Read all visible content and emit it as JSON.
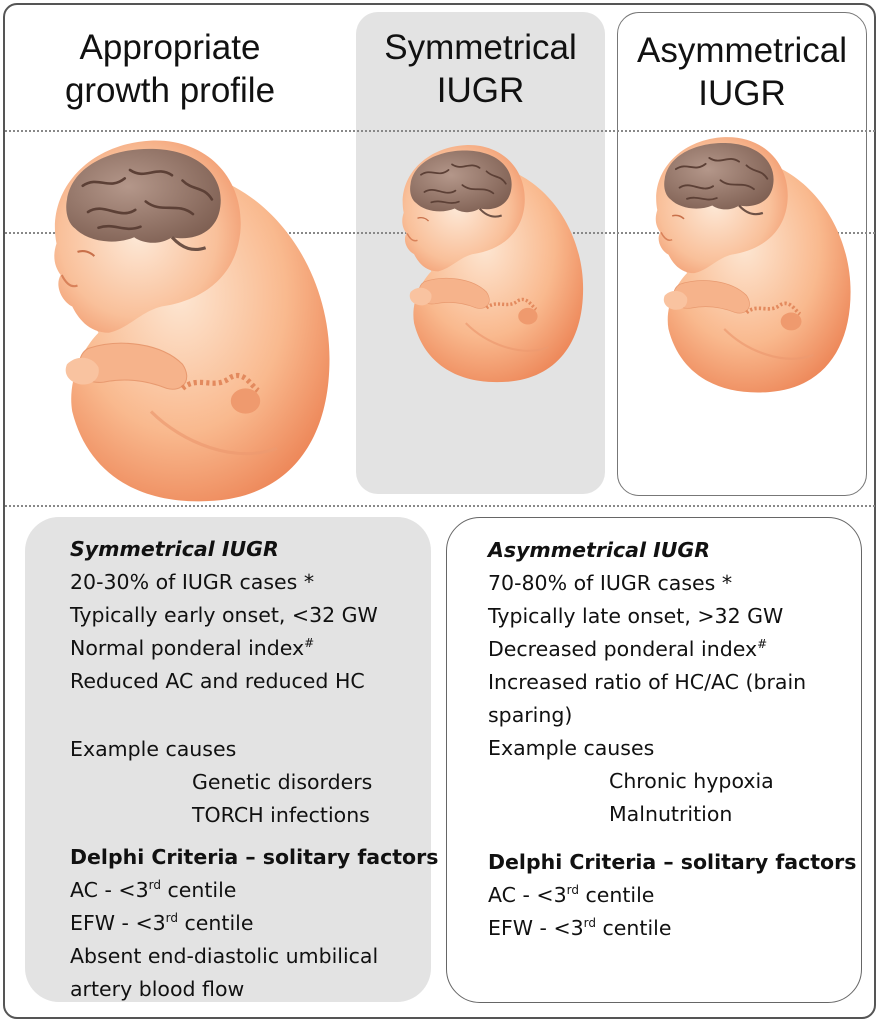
{
  "headings": {
    "appropriate": [
      "Appropriate",
      "growth profile"
    ],
    "symmetrical": [
      "Symmetrical",
      "IUGR"
    ],
    "asymmetrical": [
      "Asymmetrical",
      "IUGR"
    ]
  },
  "symmetrical_panel": {
    "title": "Symmetrical IUGR",
    "cases": "20-30% of IUGR cases *",
    "onset": "Typically early onset, <32 GW",
    "ponderal": "Normal ponderal index",
    "ponderal_mark": "#",
    "measurements": "Reduced AC and reduced HC",
    "causes_label": "Example causes",
    "causes": [
      "Genetic disorders",
      "TORCH infections"
    ],
    "delphi_title": "Delphi Criteria – solitary factors",
    "criteria": [
      {
        "prefix": "AC - <3",
        "sup": "rd",
        "suffix": " centile"
      },
      {
        "prefix": "EFW - <3",
        "sup": "rd",
        "suffix": " centile"
      }
    ],
    "extra_criterion": [
      "Absent end-diastolic umbilical",
      "artery blood flow"
    ]
  },
  "asymmetrical_panel": {
    "title": "Asymmetrical IUGR",
    "cases": "70-80% of IUGR cases *",
    "onset": "Typically late onset, >32 GW",
    "ponderal": "Decreased ponderal index",
    "ponderal_mark": "#",
    "ratio": [
      "Increased ratio of HC/AC (brain",
      "sparing)"
    ],
    "causes_label": "Example causes",
    "causes": [
      "Chronic hypoxia",
      "Malnutrition"
    ],
    "delphi_title": "Delphi Criteria – solitary factors",
    "criteria": [
      {
        "prefix": "AC - <3",
        "sup": "rd",
        "suffix": " centile"
      },
      {
        "prefix": "EFW - <3",
        "sup": "rd",
        "suffix": " centile"
      }
    ]
  },
  "colors": {
    "skin_light": "#fde0c8",
    "skin_mid": "#f7a877",
    "skin_dark": "#e9784a",
    "brain": "#9c7c6c",
    "brain_dark": "#6e5246",
    "panel_gray": "#e3e3e3"
  }
}
